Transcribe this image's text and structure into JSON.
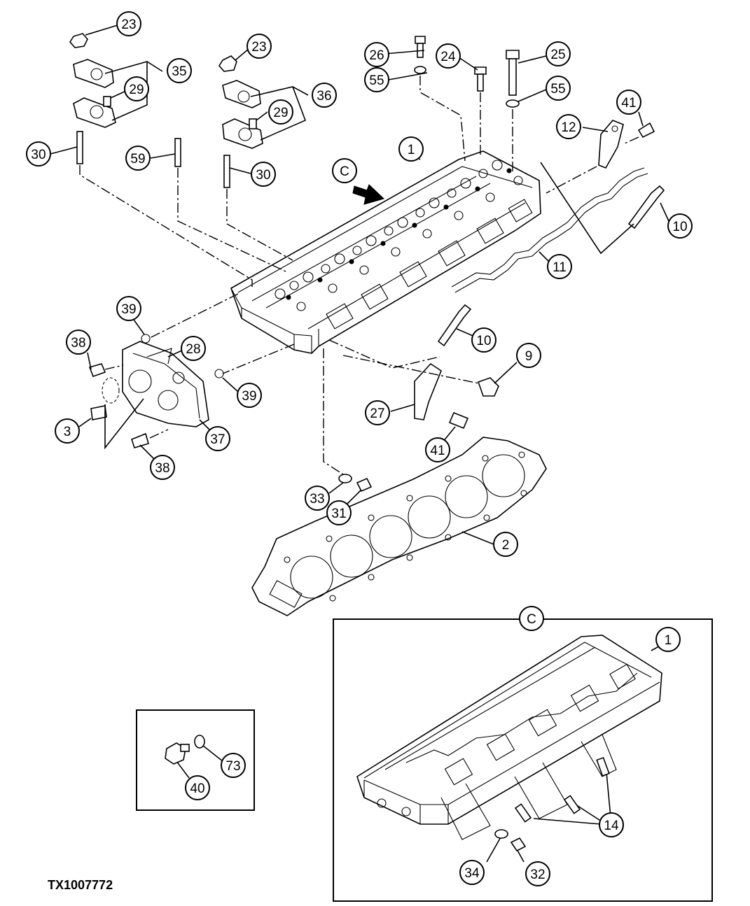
{
  "figure_id": "TX1007772",
  "view_label": "C",
  "callouts": [
    {
      "id": "c23a",
      "label": "23"
    },
    {
      "id": "c23b",
      "label": "23"
    },
    {
      "id": "c26",
      "label": "26"
    },
    {
      "id": "c24",
      "label": "24"
    },
    {
      "id": "c25",
      "label": "25"
    },
    {
      "id": "c35",
      "label": "35"
    },
    {
      "id": "c29a",
      "label": "29"
    },
    {
      "id": "c36",
      "label": "36"
    },
    {
      "id": "c29b",
      "label": "29"
    },
    {
      "id": "c55a",
      "label": "55"
    },
    {
      "id": "c55b",
      "label": "55"
    },
    {
      "id": "c41a",
      "label": "41"
    },
    {
      "id": "c12",
      "label": "12"
    },
    {
      "id": "c30a",
      "label": "30"
    },
    {
      "id": "c59",
      "label": "59"
    },
    {
      "id": "c1a",
      "label": "1"
    },
    {
      "id": "cC",
      "label": "C"
    },
    {
      "id": "c30b",
      "label": "30"
    },
    {
      "id": "c10a",
      "label": "10"
    },
    {
      "id": "c11",
      "label": "11"
    },
    {
      "id": "c39a",
      "label": "39"
    },
    {
      "id": "c28",
      "label": "28"
    },
    {
      "id": "c38a",
      "label": "38"
    },
    {
      "id": "c10b",
      "label": "10"
    },
    {
      "id": "c9",
      "label": "9"
    },
    {
      "id": "c39b",
      "label": "39"
    },
    {
      "id": "c3",
      "label": "3"
    },
    {
      "id": "c27",
      "label": "27"
    },
    {
      "id": "c37",
      "label": "37"
    },
    {
      "id": "c41b",
      "label": "41"
    },
    {
      "id": "c38b",
      "label": "38"
    },
    {
      "id": "c33",
      "label": "33"
    },
    {
      "id": "c31",
      "label": "31"
    },
    {
      "id": "c2",
      "label": "2"
    },
    {
      "id": "cC2",
      "label": "C"
    },
    {
      "id": "c1b",
      "label": "1"
    },
    {
      "id": "c73",
      "label": "73"
    },
    {
      "id": "c40",
      "label": "40"
    },
    {
      "id": "c14",
      "label": "14"
    },
    {
      "id": "c34",
      "label": "34"
    },
    {
      "id": "c32",
      "label": "32"
    }
  ]
}
